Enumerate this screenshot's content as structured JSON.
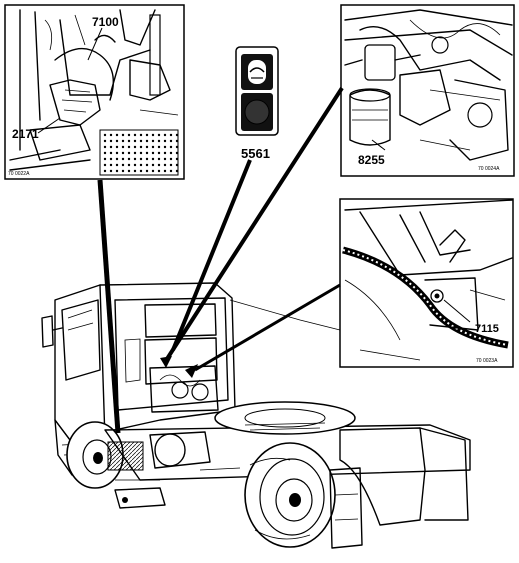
{
  "callouts": {
    "engine_bay_top_left": "7100",
    "engine_bay_left": "2171",
    "switch_panel": "5561",
    "engine_right": "8255",
    "cab_rear_right": "7115"
  },
  "image_refs": {
    "detail_1": "70 0022A",
    "detail_2": "70 0024A",
    "detail_3": "70 0023A"
  }
}
